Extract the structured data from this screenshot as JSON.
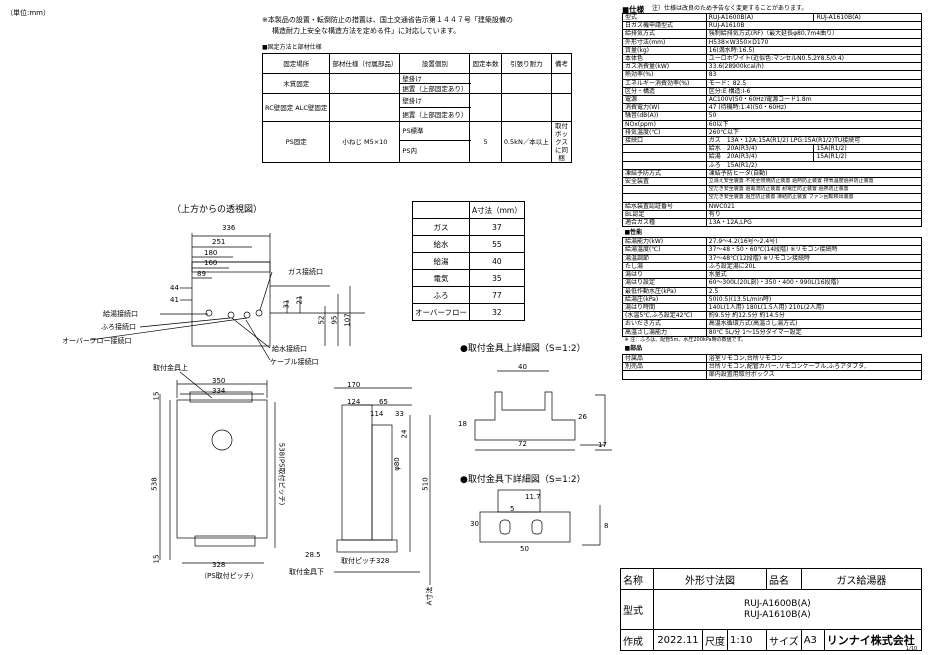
{
  "unit_note": "（単位:mm）",
  "notice": {
    "line1": "※本製品の設置・転倒防止の措置は、国土交通省告示第１４４７号「建築設備の",
    "line2": "構造耐力上安全な構造方法を定める件」に対応しています。"
  },
  "fixing": {
    "title": "■固定方法と部材仕様",
    "headers": [
      "固定場所",
      "部材仕様（付属部品）",
      "設置個別",
      "固定本数",
      "引張り耐力",
      "備考"
    ],
    "rows": [
      {
        "place": "木質固定",
        "spec": "",
        "subs": [
          "壁掛け",
          "据置（上部固定あり）"
        ],
        "count": "",
        "force": "",
        "note": ""
      },
      {
        "place": "RC壁固定 ALC壁固定",
        "spec": "",
        "subs": [
          "壁掛け",
          "据置（上部固定あり）"
        ],
        "count": "",
        "force": "",
        "note": ""
      },
      {
        "place": "PS固定",
        "spec": "小ねじ M5×10",
        "subs": [
          "PS標準",
          "PS内"
        ],
        "count": "5",
        "force": "0.5kN／本以上",
        "note": "取付ボックス に同梱"
      }
    ]
  },
  "spec": {
    "header": "■仕様",
    "header_note": "注）仕様は改良のため予告なく変更することがあります。",
    "model_label": "型式",
    "model_a": "RUJ-A1600B(A)",
    "model_b": "RUJ-A1610B(A)",
    "rows": [
      [
        "日ガス機申請型式",
        "RUJ-A1610B"
      ],
      [
        "給排気方式",
        "強制給排気方式(RF)（最大延長φ80,7m4曲り）"
      ],
      [
        "外形寸法(mm)",
        "H538×W350×D170"
      ],
      [
        "質量(kg)",
        "16(満水時:16.5)"
      ],
      [
        "本体色",
        "ユーロホワイト(近似色:マンセルN0.5,2Y8.5/0.4)"
      ],
      [
        "ガス消費量(kW)",
        "33.6(28900kcal/h)"
      ],
      [
        "熱効率(%)",
        "83"
      ],
      [
        "エネルギー消費効率(%)",
        "モード：82.5"
      ],
      [
        "区分・構造",
        "区分:E 構造:I-6"
      ],
      [
        "電源",
        "AC100V(50・60Hz)電源コード1.8m"
      ],
      [
        "消費電力(W)",
        "47 (待機時:1.4)(50・60Hz)"
      ],
      [
        "騒音(dB(A))",
        "50"
      ],
      [
        "NOx(ppm)",
        "60以下"
      ],
      [
        "排気温度(℃)",
        "260℃以下"
      ]
    ],
    "connect_label": "接続口",
    "connect": [
      [
        "ガス",
        "13A・12A:15A(R1/2) LPG:15A(R1/2)TU接続可"
      ],
      [
        "給水",
        "20A(R3/4)",
        "15A(R1/2)"
      ],
      [
        "給湯",
        "20A(R3/4)",
        "15A(R1/2)"
      ],
      [
        "ふろ",
        "15A(R1/2)"
      ]
    ],
    "rows2": [
      [
        "凍結予防方式",
        "凍結予防ヒータ(自動)"
      ]
    ],
    "safety_label": "安全装置",
    "safety": [
      "立消え安全装置 不完全燃焼防止装置 過熱防止装置 排気温度過昇防止装置",
      "空だき安全装置 過電流防止装置 耐電圧防止装置 過熱防止装置",
      "空だき安全装置 過圧防止装置 凍結防止装置 ファン回転検出装置"
    ],
    "rows3": [
      [
        "給水装置認証番号",
        "NWC021"
      ],
      [
        "BL認定",
        "有り"
      ],
      [
        "適合ガス種",
        "13A・12A,LPG"
      ]
    ],
    "perf_header": "■性能",
    "perf": [
      [
        "給湯能力(kW)",
        "27.9〜4.2(16号〜2.4号)"
      ],
      [
        "給湯温度(℃)",
        "37〜48・50・60℃(14段階) ※リモコン接続時"
      ],
      [
        "湯温調節",
        "37〜48℃(12段階) ※リモコン接続時"
      ],
      [
        "たし湯",
        "ふろ設定湯に20L"
      ],
      [
        "湯はり",
        "水量式"
      ],
      [
        "湯はり設定",
        "60〜300L(20L刻)・350・400・990L(16段階)"
      ],
      [
        "最低作動水圧(kPa)",
        "2.5"
      ],
      [
        "給湯圧(kPa)",
        "50(0.5)(13.5L/min時)"
      ],
      [
        "湯はり時間",
        "140L(1人用) 180L(1.5人用) 210L(2人用)"
      ],
      [
        "(水温5℃,ふろ設定42℃)",
        "約9.5分 約12.5分 約14.5分"
      ],
      [
        "おいだき方式",
        "高温水循環方式(高温さし湯方式)"
      ],
      [
        "高温さし湯能力",
        "80℃ 5L/分 1〜15分タイマー設定"
      ]
    ],
    "perf_note": "※ 注：ふろは、配管5m、水圧200kPa時の数値です。",
    "acc_header": "■部品",
    "acc": [
      [
        "付属品",
        "浴室リモコン,台所リモコン"
      ],
      [
        "別売品",
        "台所リモコン,配管カバー,リモコンケーブル,ふろアダプタ,"
      ],
      [
        "",
        "扉内設置用取付ボックス"
      ]
    ]
  },
  "top_view": {
    "title": "（上方からの透視図）",
    "dims_h": [
      "336",
      "251",
      "180",
      "160",
      "89"
    ],
    "dims_v_left": [
      "44",
      "41"
    ],
    "dims_v_right": [
      "31",
      "21",
      "52",
      "95",
      "107"
    ],
    "labels": [
      "ガス接続口",
      "給湯接続口",
      "ふろ接続口",
      "オーバーフロー接続口",
      "給水接続口",
      "ケーブル接続口"
    ]
  },
  "adim": {
    "headers": [
      "",
      "A寸法（mm）"
    ],
    "rows": [
      [
        "ガス",
        "37"
      ],
      [
        "給水",
        "55"
      ],
      [
        "給湯",
        "40"
      ],
      [
        "電気",
        "35"
      ],
      [
        "ふろ",
        "77"
      ],
      [
        "オーバーフロー",
        "32"
      ]
    ]
  },
  "front_view": {
    "label_top": "取付金具上",
    "label_bottom": "取付金具下",
    "dims_top": [
      "350",
      "334"
    ],
    "dims_bottom": [
      "328"
    ],
    "pitch": "（PS取付ピッチ）",
    "left_dims": [
      "15",
      "538",
      "15"
    ],
    "right_dims": [
      "538(PS取付ピッチ)"
    ]
  },
  "side_view": {
    "dims_top": [
      "170",
      "124",
      "65",
      "114",
      "33"
    ],
    "dims_mid": [
      "φ80",
      "24",
      "510"
    ],
    "dims_bottom": [
      "28.5",
      "取付ピッチ328"
    ],
    "a_label": "A寸法"
  },
  "detail_top": {
    "title": "●取付金具上詳細図（S=1:2）",
    "dims": [
      "40",
      "18",
      "72",
      "26",
      "17"
    ]
  },
  "detail_bottom": {
    "title": "●取付金具下詳細図（S=1:2）",
    "dims": [
      "11.7",
      "5",
      "50",
      "30",
      "8"
    ]
  },
  "title_block": {
    "name_label": "名称",
    "name_value": "外形寸法図",
    "item_label": "品名",
    "item_value": "ガス給湯器",
    "type_label": "型式",
    "type_a": "RUJ-A1600B(A)",
    "type_b": "RUJ-A1610B(A)",
    "made_label": "作成",
    "made_value": "2022.11",
    "scale_label": "尺度",
    "scale_value": "1:10",
    "size_label": "サイズ",
    "size_value": "A3",
    "company": "リンナイ株式会社"
  },
  "page_code": "1/10"
}
